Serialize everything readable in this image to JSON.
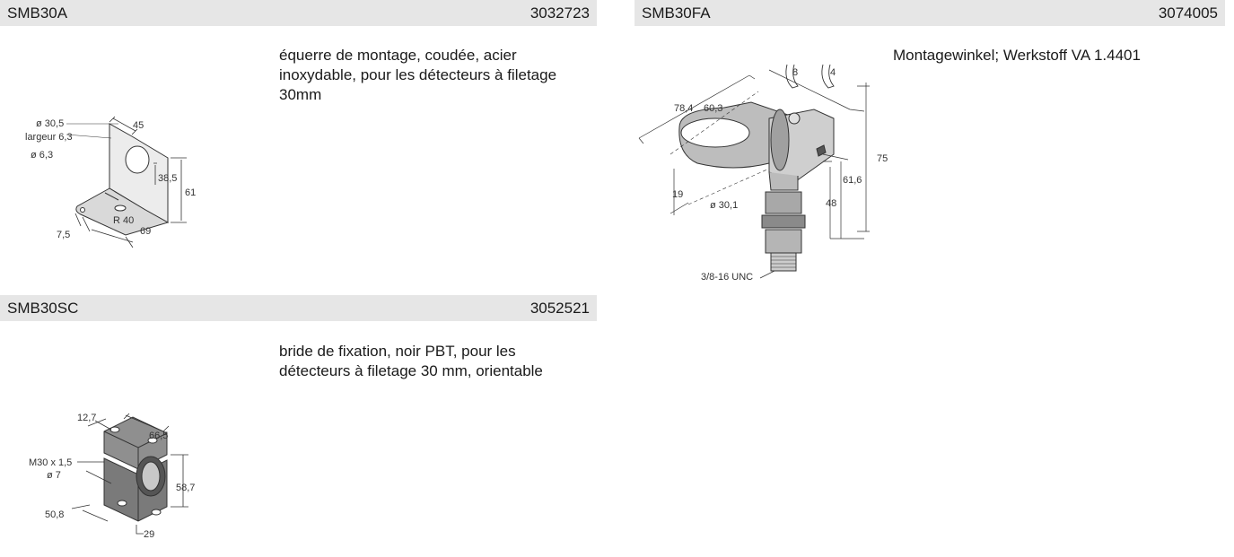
{
  "products": [
    {
      "name": "SMB30A",
      "ident": "3032723",
      "description": "équerre de montage, coudée, acier inoxydable, pour les détecteurs à filetage 30mm",
      "dims": {
        "w45": "45",
        "d30_5": "ø 30,5",
        "largeur": "largeur 6,3",
        "d6_3": "ø 6,3",
        "h38_5": "38,5",
        "h61": "61",
        "r40": "R 40",
        "w7_5": "7,5",
        "w69": "69"
      }
    },
    {
      "name": "SMB30FA",
      "ident": "3074005",
      "description": "Montagewinkel; Werkstoff VA 1.4401",
      "dims": {
        "d8": "8",
        "d4": "4",
        "w78_4": "78,4",
        "w60_3": "60,3",
        "h75": "75",
        "h61_6": "61,6",
        "h48": "48",
        "h19": "19",
        "d30_1": "ø 30,1",
        "thread": "3/8-16 UNC"
      }
    },
    {
      "name": "SMB30SC",
      "ident": "3052521",
      "description": "bride de fixation, noir PBT, pour les détecteurs à filetage 30 mm, orientable",
      "dims": {
        "w12_7": "12,7",
        "w66_5": "66,5",
        "m30": "M30 x 1,5",
        "d7": "ø 7",
        "h58_7": "58,7",
        "w50_8": "50,8",
        "w29": "29"
      }
    }
  ]
}
